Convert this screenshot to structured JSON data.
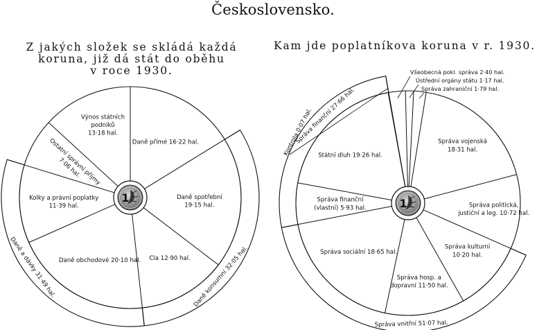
{
  "title": "Československo.",
  "chart_data": [
    {
      "type": "pie",
      "title_lines": [
        "Z jakých složek se skládá každá",
        "koruna, již dá stát do oběhu",
        "v roce 1930."
      ],
      "unit": "hal.",
      "slices": [
        {
          "name": "Daně přímé",
          "value": 16.22,
          "label_lines": [
            "Daně přímé 16·22 hal."
          ]
        },
        {
          "name": "Daně spotřební",
          "value": 19.15,
          "label_lines": [
            "Daně spotřební",
            "19·15 hal."
          ]
        },
        {
          "name": "Cla",
          "value": 12.9,
          "label_lines": [
            "Cla 12·90 hal."
          ]
        },
        {
          "name": "Daně obchodové",
          "value": 20.1,
          "label_lines": [
            "Daně obchodové 20·10 hal."
          ]
        },
        {
          "name": "Kolky a právní poplatky",
          "value": 11.39,
          "label_lines": [
            "Kolky a právní poplatky",
            "11·39 hal."
          ]
        },
        {
          "name": "Ostatní správní příjmy",
          "value": 7.06,
          "label_lines": [
            "Ostatní správní příjmy",
            "7·06 hal."
          ]
        },
        {
          "name": "Výnos státních podniků",
          "value": 13.18,
          "label_lines": [
            "Výnos státních",
            "podniků",
            "13·18 hal."
          ]
        }
      ],
      "groups": [
        {
          "label": "Daně konsumní 32·05 hal."
        },
        {
          "label": "Daně a dávky 31·49 hal."
        }
      ]
    },
    {
      "type": "pie",
      "title_lines": [
        "Kam jde poplatníkova koruna v r. 1930."
      ],
      "unit": "hal.",
      "slices": [
        {
          "name": "Všeobecná pokl. správa",
          "value": 2.4,
          "label_lines": [
            "Všeobecná pokl. správa 2·40 hal."
          ]
        },
        {
          "name": "Ústřední orgány státu",
          "value": 1.17,
          "label_lines": [
            "Ústřední orgány státu 1·17 hal."
          ]
        },
        {
          "name": "Správa zahraniční",
          "value": 1.79,
          "label_lines": [
            "Správa zahraniční 1·79 hal."
          ]
        },
        {
          "name": "Správa vojenská",
          "value": 18.31,
          "label_lines": [
            "Správa vojenská",
            "18·31 hal."
          ]
        },
        {
          "name": "Správa politická, justiční a leg.",
          "value": 10.72,
          "label_lines": [
            "Správa politická,",
            "justiční a leg. 10·72 hal."
          ]
        },
        {
          "name": "Správa kulturní",
          "value": 10.2,
          "label_lines": [
            "Správa kulturní",
            "10·20 hal."
          ]
        },
        {
          "name": "Správa hosp. a dopravní",
          "value": 11.5,
          "label_lines": [
            "Správa hosp. a",
            "dopravní 11·50 hal."
          ]
        },
        {
          "name": "Správa sociální",
          "value": 18.65,
          "label_lines": [
            "Správa sociální 18·65 hal."
          ]
        },
        {
          "name": "Správa finanční (vlastní)",
          "value": 5.93,
          "label_lines": [
            "Správa finanční",
            "(vlastní) 5·93 hal."
          ]
        },
        {
          "name": "Státní dluh",
          "value": 19.26,
          "label_lines": [
            "Státní dluh 19·26 hal."
          ]
        },
        {
          "name": "Kontrola",
          "value": 0.07,
          "label_lines": [
            "Kontrola 0·07 hal."
          ]
        }
      ],
      "groups": [
        {
          "label": "Správa vnitřní 51·07 hal."
        },
        {
          "label": "Správa finanční 27·66 hal."
        }
      ]
    }
  ]
}
